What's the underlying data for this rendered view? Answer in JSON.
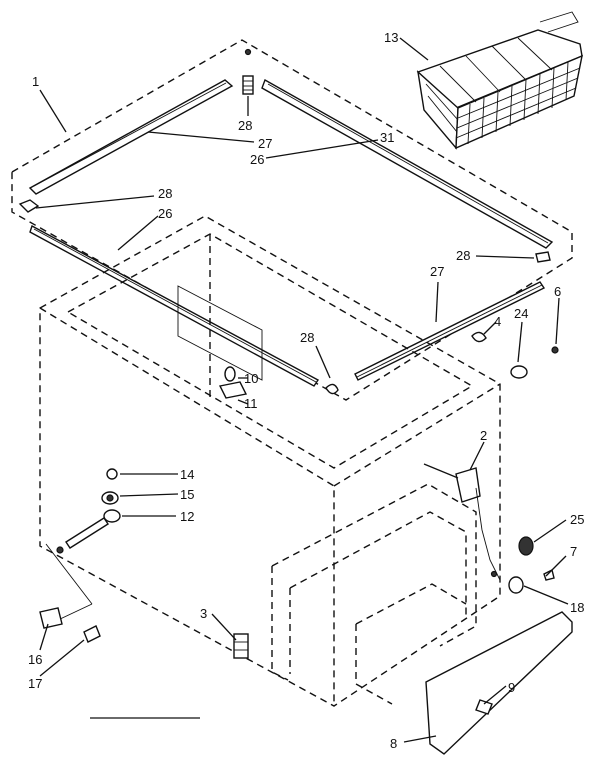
{
  "labels": {
    "l1": "1",
    "l2": "2",
    "l3": "3",
    "l4": "4",
    "l6": "6",
    "l7": "7",
    "l8": "8",
    "l9": "9",
    "l10": "10",
    "l11": "11",
    "l12": "12",
    "l13": "13",
    "l14": "14",
    "l15": "15",
    "l16": "16",
    "l17": "17",
    "l18": "18",
    "l24": "24",
    "l25": "25",
    "l26a": "26",
    "l26b": "26",
    "l27a": "27",
    "l27b": "27",
    "l28a": "28",
    "l28b": "28",
    "l28c": "28",
    "l28d": "28",
    "l31": "31"
  }
}
